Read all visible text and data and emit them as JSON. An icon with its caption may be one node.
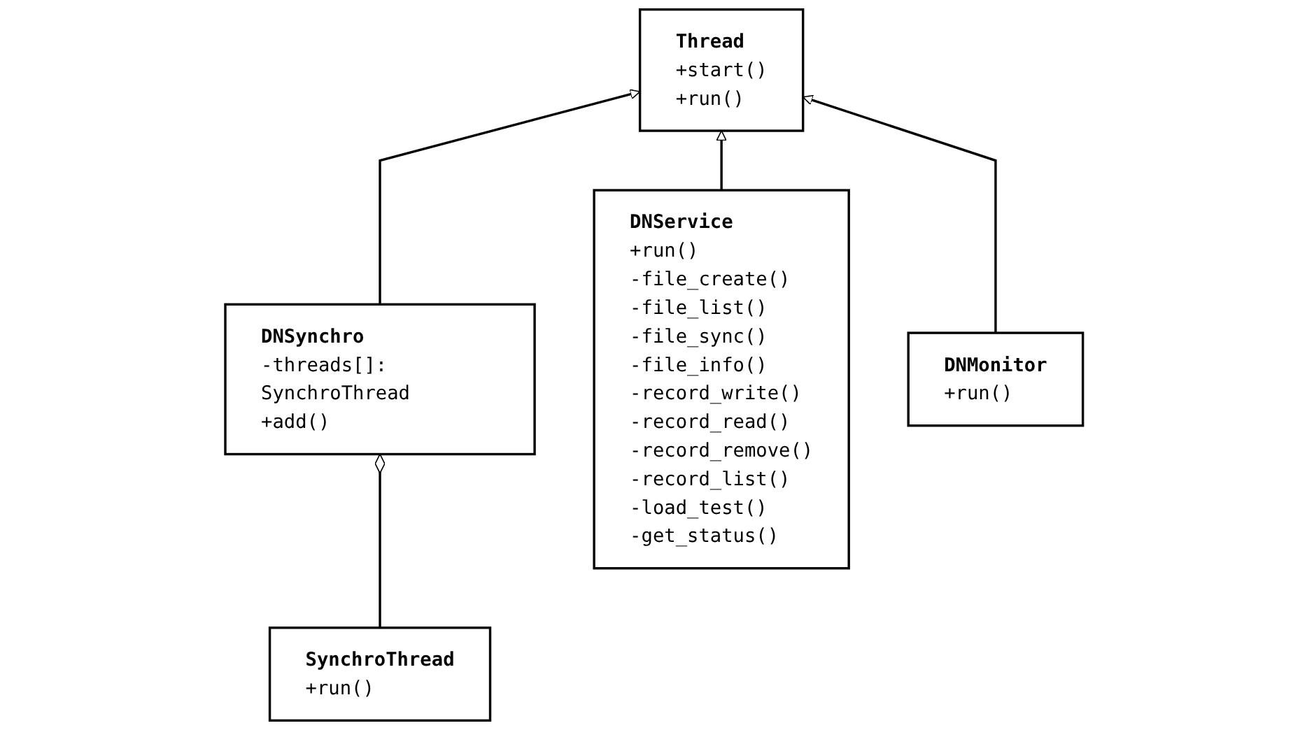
{
  "diagram": {
    "nodes": [
      {
        "text": [
          "Thread",
          "+start()",
          "+run()"
        ]
      },
      {
        "text": [
          "DNSynchro",
          "-threads[]: SynchroThread",
          "+add()"
        ]
      },
      {
        "text": [
          "DNService",
          "+run()",
          "-file_create()",
          "-file_list()",
          "-file_sync()",
          "-file_info()",
          "-record_write()",
          "-record_read()",
          "-record_remove()",
          "-record_list()",
          "-load_test()",
          "-get_status()"
        ]
      },
      {
        "text": [
          "DNMonitor",
          "+run()"
        ]
      },
      {
        "text": [
          "SynchroThread",
          "+run()"
        ]
      }
    ],
    "edges": [
      {
        "from": 1,
        "to": 0,
        "arrow": "to"
      },
      {
        "from": 2,
        "to": 0,
        "arrow": "to"
      },
      {
        "from": 3,
        "to": 0,
        "arrow": "to"
      },
      {
        "from": 4,
        "to": 1,
        "arrow": "other"
      }
    ]
  }
}
